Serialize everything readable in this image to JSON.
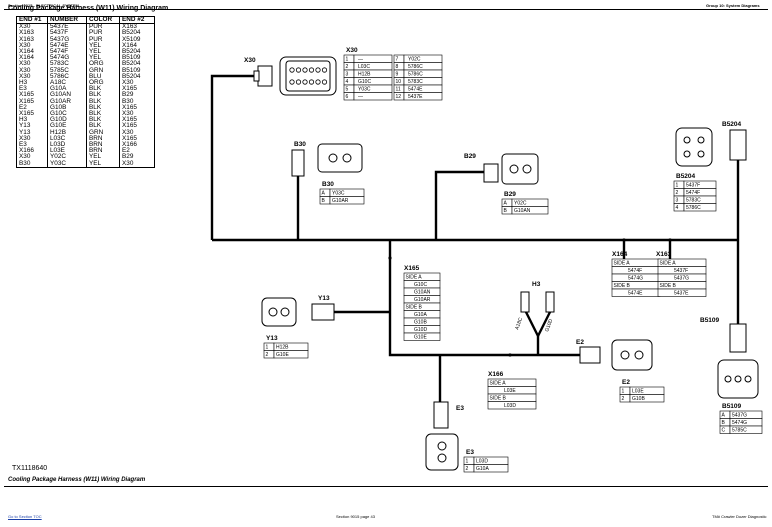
{
  "header": {
    "left": "Section 9015 - ELECTRICAL SYSTEM",
    "right": "Group 10: System Diagrams"
  },
  "title": "Cooling Package Harness (W11) Wiring Diagram",
  "wire_table": {
    "columns": [
      "END #1",
      "NUMBER",
      "COLOR",
      "END #2"
    ],
    "rows": [
      [
        "X30",
        "5437E",
        "PUR",
        "X163"
      ],
      [
        "X163",
        "5437F",
        "PUR",
        "B5204"
      ],
      [
        "X163",
        "5437G",
        "PUR",
        "X5109"
      ],
      [
        "X30",
        "5474E",
        "YEL",
        "X164"
      ],
      [
        "X164",
        "5474F",
        "YEL",
        "B5204"
      ],
      [
        "X164",
        "5474G",
        "YEL",
        "B5109"
      ],
      [
        "X30",
        "5783C",
        "ORG",
        "B5204"
      ],
      [
        "X30",
        "5785C",
        "GRN",
        "B5109"
      ],
      [
        "X30",
        "5786C",
        "BLU",
        "B5204"
      ],
      [
        "H3",
        "A18C",
        "ORG",
        "X30"
      ],
      [
        "E3",
        "G10A",
        "BLK",
        "X165"
      ],
      [
        "X165",
        "G10AN",
        "BLK",
        "B29"
      ],
      [
        "X165",
        "G10AR",
        "BLK",
        "B30"
      ],
      [
        "E2",
        "G10B",
        "BLK",
        "X165"
      ],
      [
        "X165",
        "G10C",
        "BLK",
        "X30"
      ],
      [
        "H3",
        "G10D",
        "BLK",
        "X165"
      ],
      [
        "Y13",
        "G10E",
        "BLK",
        "X165"
      ],
      [
        "Y13",
        "H12B",
        "GRN",
        "X30"
      ],
      [
        "X30",
        "L03C",
        "BRN",
        "X165"
      ],
      [
        "E3",
        "L03D",
        "BRN",
        "X166"
      ],
      [
        "X166",
        "L03E",
        "BRN",
        "E2"
      ],
      [
        "X30",
        "Y02C",
        "YEL",
        "B29"
      ],
      [
        "B30",
        "Y03C",
        "YEL",
        "X30"
      ]
    ]
  },
  "x30": {
    "label": "X30",
    "pins": [
      [
        "1",
        "—"
      ],
      [
        "2",
        "L03C"
      ],
      [
        "3",
        "H12B"
      ],
      [
        "4",
        "G10C"
      ],
      [
        "5",
        "Y03C"
      ],
      [
        "6",
        "—"
      ],
      [
        "7",
        "Y02C"
      ],
      [
        "8",
        "5786C"
      ],
      [
        "9",
        "5786C"
      ],
      [
        "10",
        "5783C"
      ],
      [
        "11",
        "5474E"
      ],
      [
        "12",
        "5437E"
      ]
    ]
  },
  "b30": {
    "label": "B30",
    "pins": [
      [
        "A",
        "Y03C"
      ],
      [
        "B",
        "G10AR"
      ]
    ]
  },
  "b29": {
    "label": "B29",
    "pins": [
      [
        "A",
        "Y02C"
      ],
      [
        "B",
        "G10AN"
      ]
    ]
  },
  "b5204": {
    "label": "B5204",
    "pins": [
      [
        "1",
        "5437F"
      ],
      [
        "2",
        "5474F"
      ],
      [
        "3",
        "5783C"
      ],
      [
        "4",
        "5786C"
      ]
    ]
  },
  "b5109": {
    "label": "B5109",
    "pins": [
      [
        "A",
        "5437G"
      ],
      [
        "B",
        "5474G"
      ],
      [
        "C",
        "5785C"
      ]
    ]
  },
  "x164": {
    "label": "X164",
    "rows": [
      "SIDE A",
      "5474F",
      "5474G",
      "SIDE B",
      "5474E"
    ]
  },
  "x163": {
    "label": "X163",
    "rows": [
      "SIDE A",
      "5437F",
      "5437G",
      "SIDE B",
      "5437E"
    ]
  },
  "x165": {
    "label": "X165",
    "rows": [
      "SIDE A",
      "G10C",
      "G10AN",
      "G10AR",
      "SIDE B",
      "G10A",
      "G10B",
      "G10D",
      "G10E"
    ]
  },
  "x166": {
    "label": "X166",
    "rows": [
      "SIDE A",
      "L03E",
      "SIDE B",
      "L03D"
    ]
  },
  "y13": {
    "label": "Y13",
    "pins": [
      [
        "1",
        "H12B"
      ],
      [
        "2",
        "G10E"
      ]
    ]
  },
  "e2": {
    "label": "E2",
    "pins": [
      [
        "1",
        "L03E"
      ],
      [
        "2",
        "G10B"
      ]
    ]
  },
  "e3": {
    "label": "E3",
    "pins": [
      [
        "1",
        "L03D"
      ],
      [
        "2",
        "G10A"
      ]
    ]
  },
  "h3": {
    "label": "H3",
    "wires": [
      "A18C",
      "G10D"
    ]
  },
  "figure_id": "TX1118640",
  "caption": "Cooling Package Harness (W11) Wiring Diagram",
  "footer": {
    "left": "Go to Section TOC",
    "center": "Section 9015 page 43",
    "right": "TM# Crawler Dozer Diagnostic"
  }
}
